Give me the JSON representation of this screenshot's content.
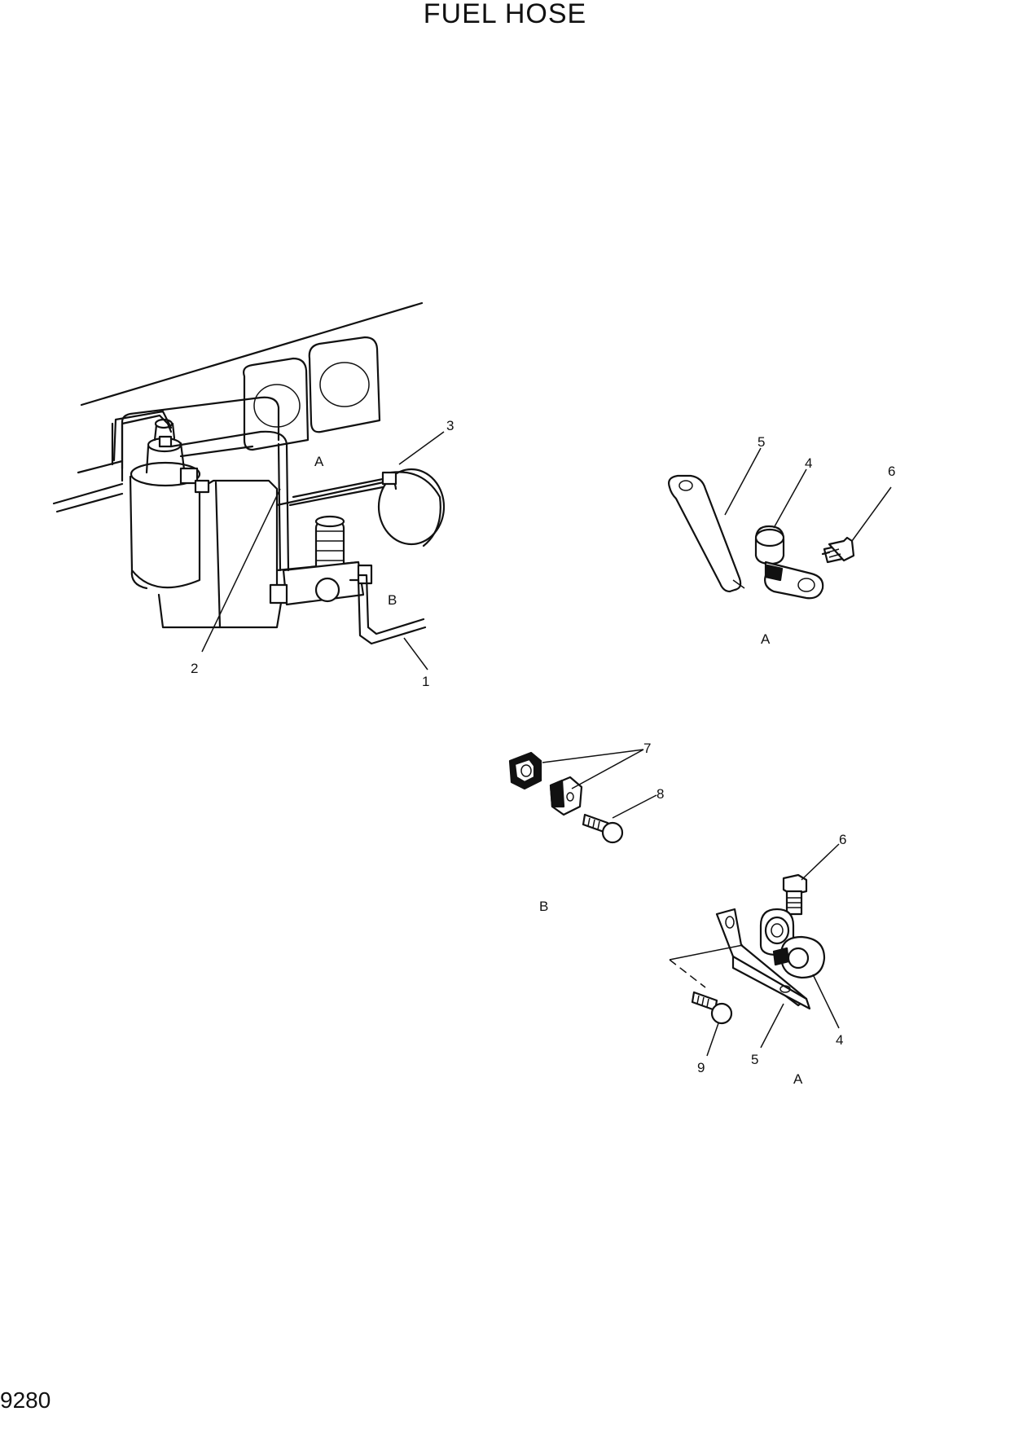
{
  "title": "FUEL HOSE",
  "page_number": "9280",
  "main_view": {
    "view_labels": {
      "a": "A",
      "b": "B"
    },
    "callouts": {
      "1": "1",
      "2": "2",
      "3": "3"
    }
  },
  "detail_a_top": {
    "caption": "A",
    "callouts": {
      "5": "5",
      "4": "4",
      "6": "6"
    }
  },
  "detail_b": {
    "caption": "B",
    "callouts": {
      "7": "7",
      "8": "8"
    }
  },
  "detail_a_bottom": {
    "caption": "A",
    "callouts": {
      "6": "6",
      "4": "4",
      "5": "5",
      "9": "9"
    }
  }
}
